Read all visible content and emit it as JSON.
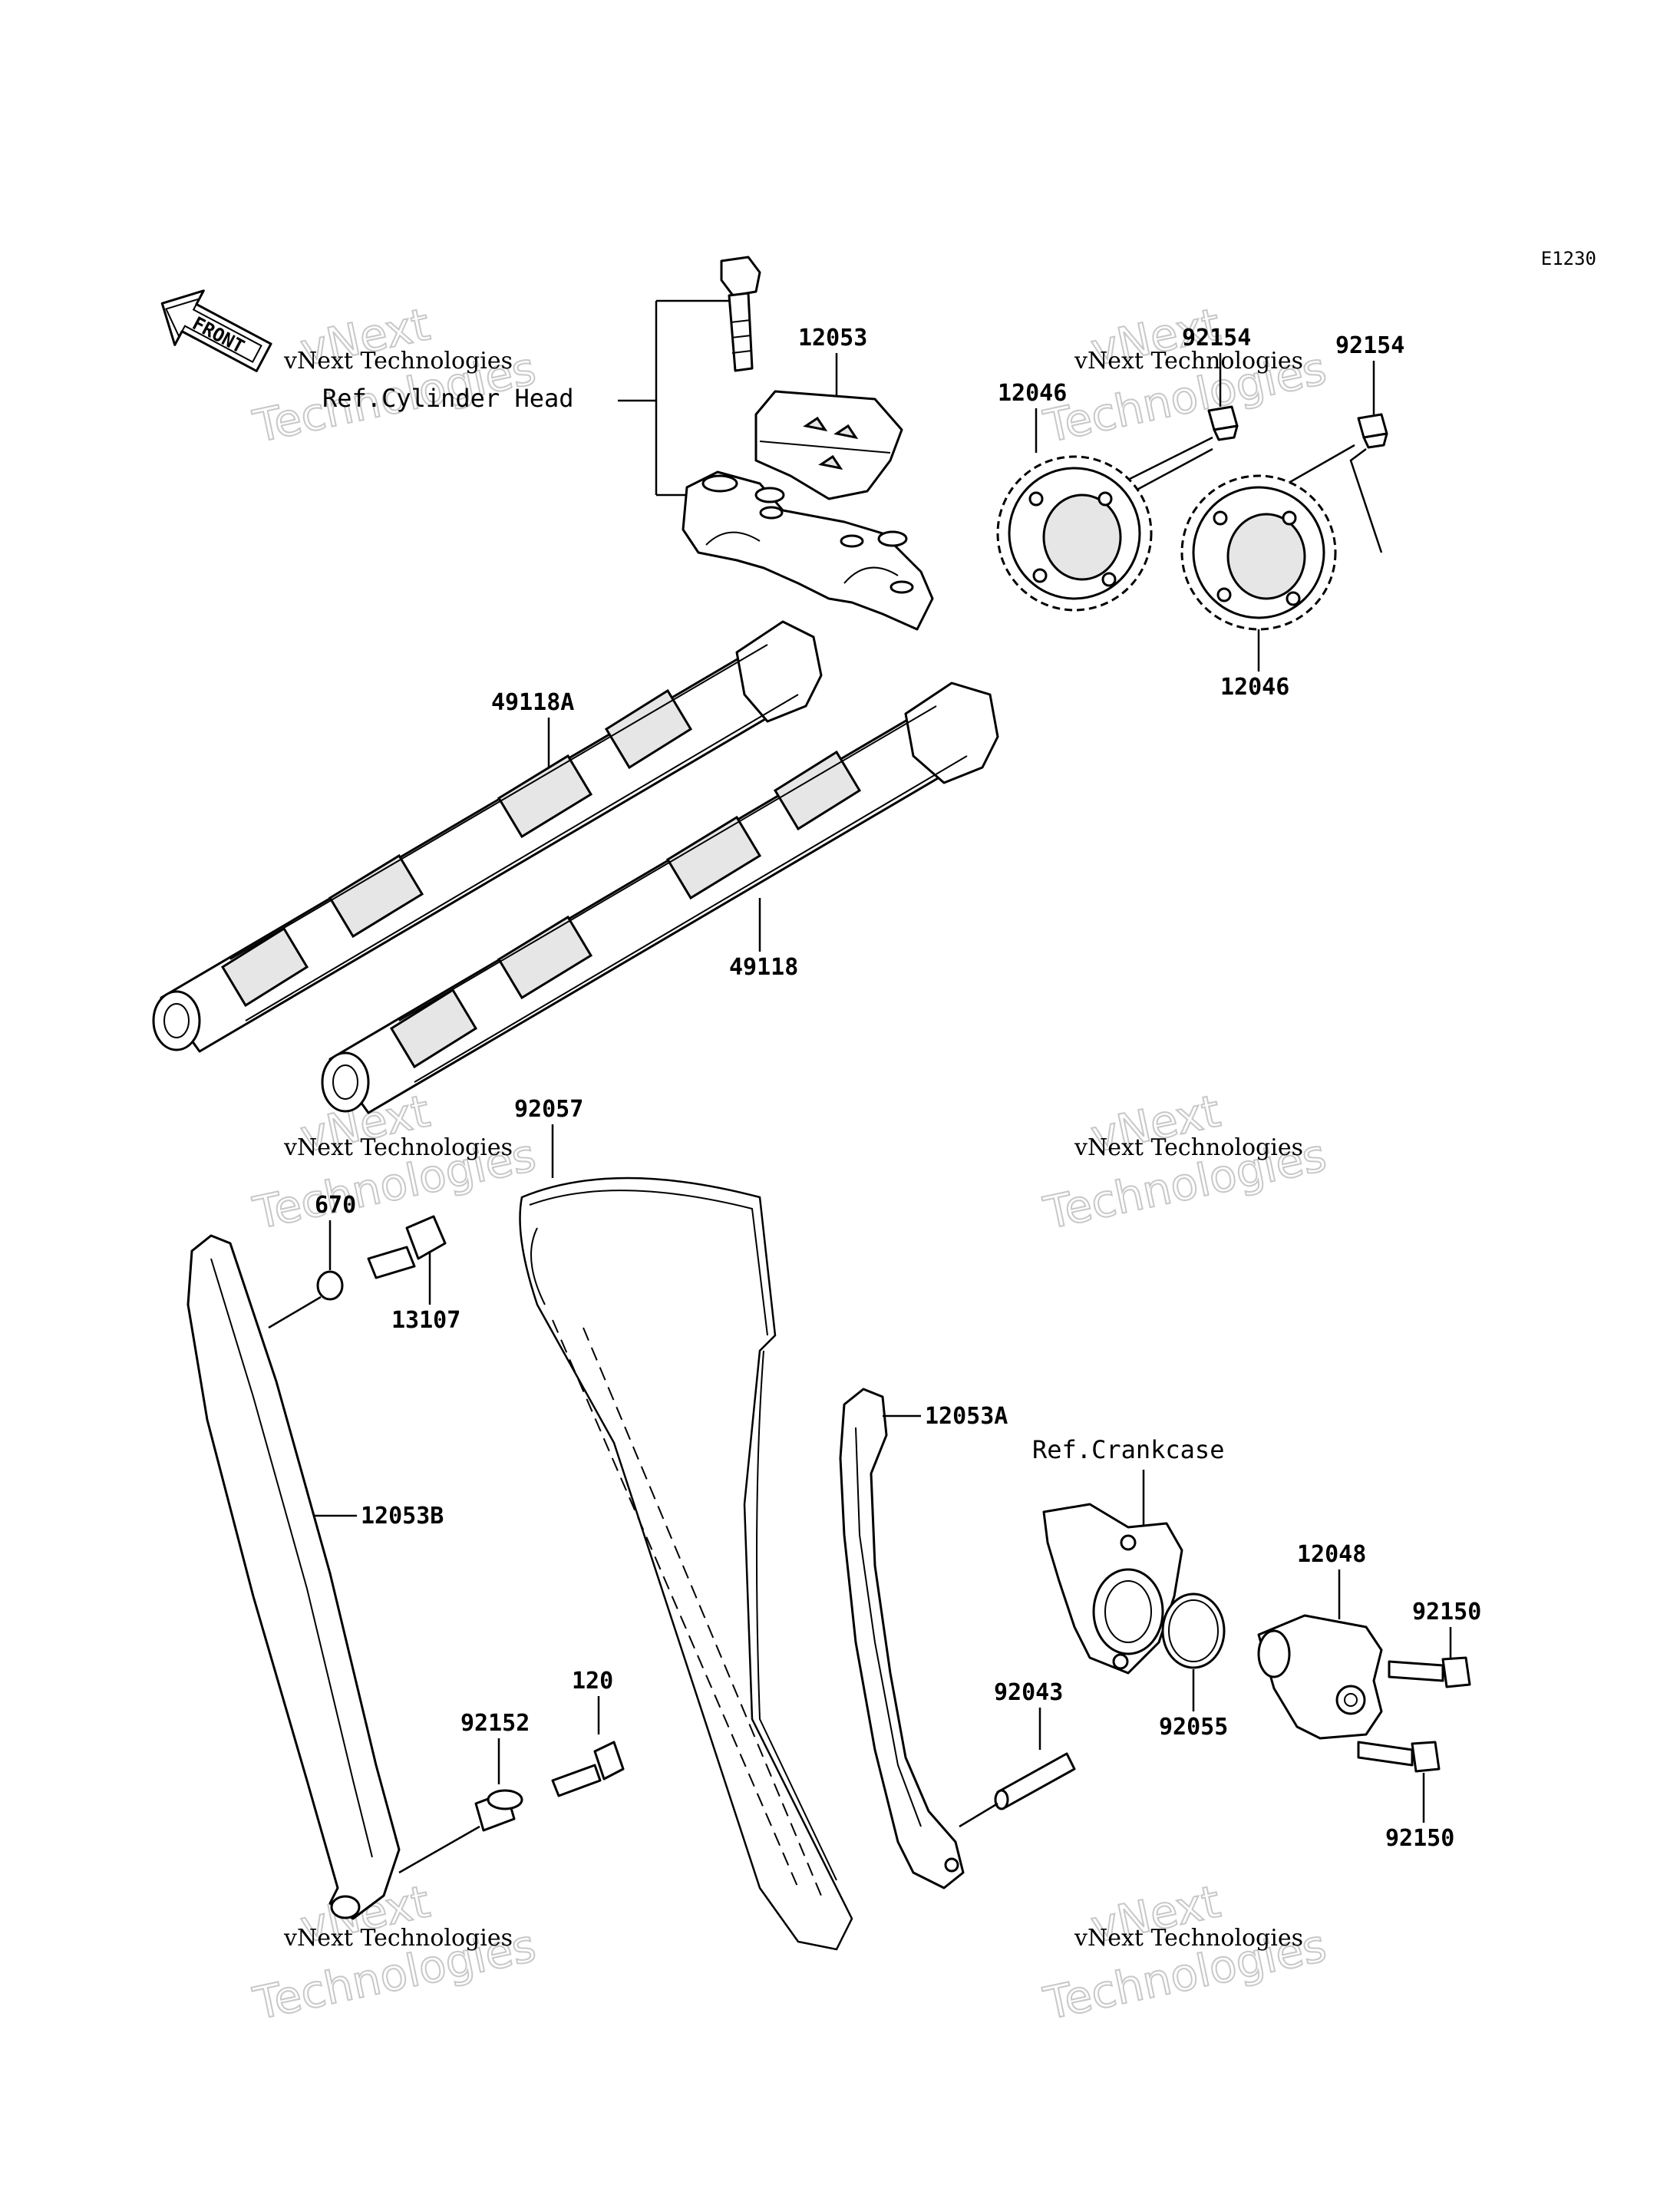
{
  "diagram_code": "E1230",
  "front_arrow_label": "FRONT",
  "references": {
    "cylinder_head": "Ref.Cylinder Head",
    "crankcase": "Ref.Crankcase"
  },
  "part_labels": {
    "p12053": "12053",
    "p12046_top": "12046",
    "p12046_bottom": "12046",
    "p92154_a": "92154",
    "p92154_b": "92154",
    "p49118A": "49118A",
    "p49118": "49118",
    "p92057": "92057",
    "p670": "670",
    "p13107": "13107",
    "p12053B": "12053B",
    "p12053A": "12053A",
    "p12048": "12048",
    "p92150_a": "92150",
    "p92150_b": "92150",
    "p92055": "92055",
    "p92043": "92043",
    "p120": "120",
    "p92152": "92152"
  },
  "watermarks": [
    {
      "line1": "vNext Technologies",
      "line2": "vNext\nTechnologies"
    },
    {
      "line1": "vNext Technologies",
      "line2": "vNext\nTechnologies"
    },
    {
      "line1": "vNext Technologies",
      "line2": "vNext\nTechnologies"
    },
    {
      "line1": "vNext Technologies",
      "line2": "vNext\nTechnologies"
    },
    {
      "line1": "vNext Technologies",
      "line2": "vNext\nTechnologies"
    },
    {
      "line1": "vNext Technologies",
      "line2": "vNext\nTechnologies"
    }
  ]
}
